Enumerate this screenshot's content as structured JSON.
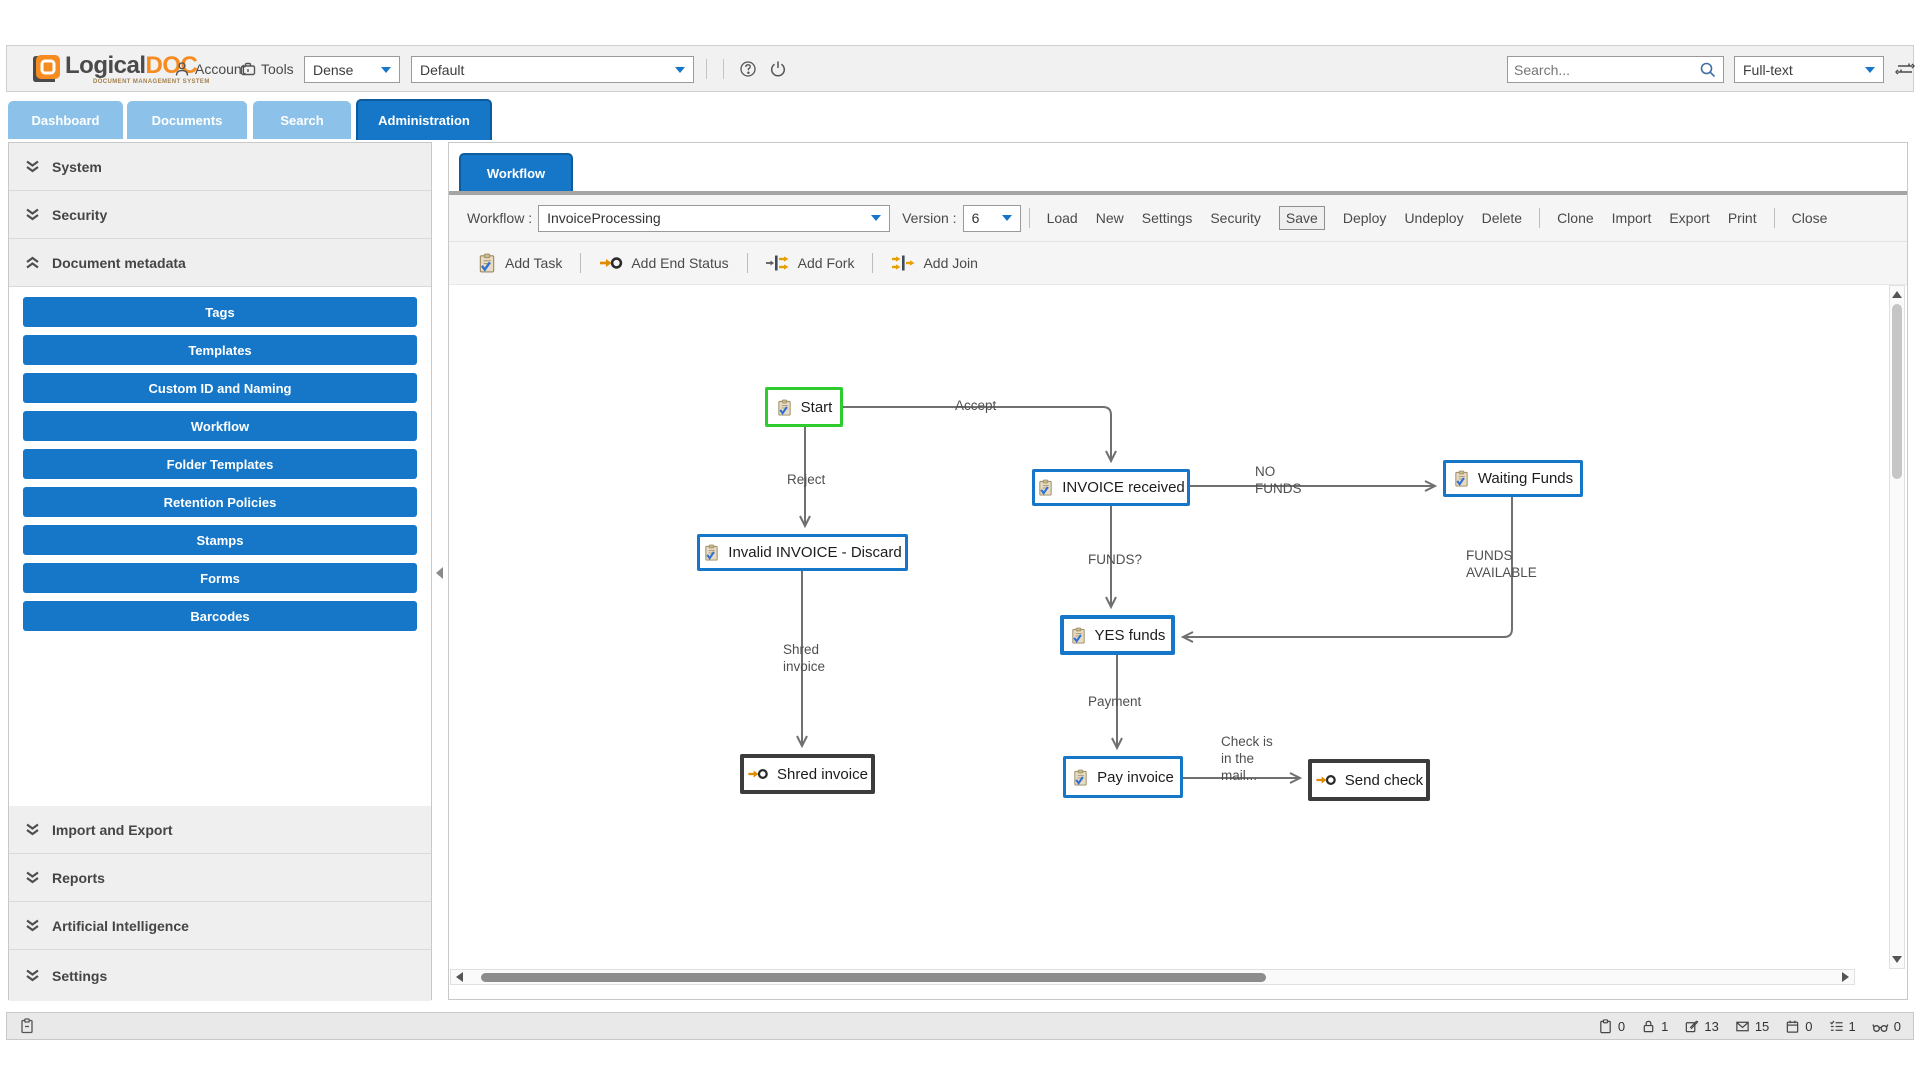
{
  "app": {
    "brand_primary": "Logical",
    "brand_accent": "DOC",
    "brand_tagline": "DOCUMENT MANAGEMENT SYSTEM"
  },
  "header": {
    "account": "Account",
    "tools": "Tools",
    "density": "Dense",
    "skin": "Default",
    "search_placeholder": "Search...",
    "search_mode": "Full-text"
  },
  "tabs": {
    "dashboard": "Dashboard",
    "documents": "Documents",
    "search": "Search",
    "administration": "Administration"
  },
  "sidebar": {
    "system": "System",
    "security": "Security",
    "document_metadata": "Document metadata",
    "items": [
      "Tags",
      "Templates",
      "Custom ID and Naming",
      "Workflow",
      "Folder Templates",
      "Retention Policies",
      "Stamps",
      "Forms",
      "Barcodes"
    ],
    "import_export": "Import and Export",
    "reports": "Reports",
    "artificial_intelligence": "Artificial Intelligence",
    "settings": "Settings"
  },
  "workflow": {
    "tab": "Workflow",
    "selector_label": "Workflow :",
    "selector_value": "InvoiceProcessing",
    "version_label": "Version :",
    "version_value": "6",
    "menu": [
      "Load",
      "New",
      "Settings",
      "Security",
      "Save",
      "Deploy",
      "Undeploy",
      "Delete",
      "Clone",
      "Import",
      "Export",
      "Print",
      "Close"
    ],
    "tools": [
      "Add Task",
      "Add End Status",
      "Add Fork",
      "Add Join"
    ]
  },
  "diagram": {
    "nodes": [
      {
        "label": "Start",
        "type": "task"
      },
      {
        "label": "INVOICE received",
        "type": "task"
      },
      {
        "label": "Waiting Funds",
        "type": "task"
      },
      {
        "label": "Invalid INVOICE - Discard",
        "type": "task"
      },
      {
        "label": "YES funds",
        "type": "task"
      },
      {
        "label": "Pay invoice",
        "type": "task"
      },
      {
        "label": "Shred invoice",
        "type": "end"
      },
      {
        "label": "Send check",
        "type": "end"
      }
    ],
    "edge_labels": {
      "accept": "Accept",
      "reject": "Reject",
      "no_funds": "NO FUNDS",
      "funds_q": "FUNDS?",
      "funds_available": "FUNDS AVAILABLE",
      "shred": "Shred invoice",
      "payment": "Payment",
      "check_mail": "Check is in the mail..."
    }
  },
  "statusbar": {
    "counters": [
      {
        "icon": "clipboard-icon",
        "value": "0"
      },
      {
        "icon": "lock-icon",
        "value": "1"
      },
      {
        "icon": "edit-icon",
        "value": "13"
      },
      {
        "icon": "envelope-icon",
        "value": "15"
      },
      {
        "icon": "calendar-icon",
        "value": "0"
      },
      {
        "icon": "checklist-icon",
        "value": "1"
      },
      {
        "icon": "glasses-icon",
        "value": "0"
      }
    ]
  },
  "colors": {
    "accent": "#1677c8",
    "accent_dark": "#0e5c9c",
    "tab_inactive": "#8cc2e9",
    "start_green": "#2ecc2e",
    "end_dark": "#3c3c3c",
    "edge": "#707070",
    "orange": "#f68b1f"
  }
}
